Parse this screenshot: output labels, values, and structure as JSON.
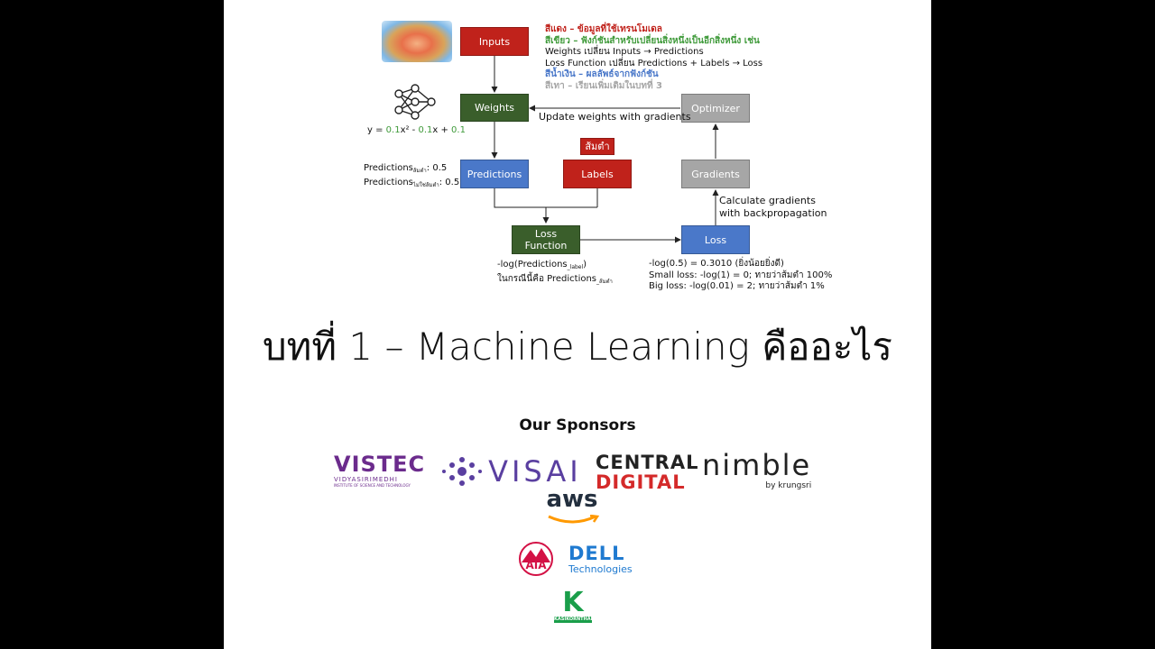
{
  "legend": {
    "red": "สีแดง – ข้อมูลที่ใช้เทรนโมเดล",
    "green": "สีเขียว – ฟังก์ชันสำหรับเปลี่ยนสิ่งหนึ่งเป็นอีกสิ่งหนึ่ง เช่น",
    "weights_line": "Weights เปลี่ยน Inputs → Predictions",
    "loss_line": "Loss Function เปลี่ยน Predictions + Labels → Loss",
    "blue": "สีน้ำเงิน – ผลลัพธ์จากฟังก์ชัน",
    "gray": "สีเทา – เรียนเพิ่มเติมในบทที่ 3"
  },
  "nodes": {
    "inputs": "Inputs",
    "weights": "Weights",
    "optimizer": "Optimizer",
    "predictions": "Predictions",
    "labels": "Labels",
    "label_tag": "ส้มตำ",
    "gradients": "Gradients",
    "loss_function_1": "Loss",
    "loss_function_2": "Function",
    "loss": "Loss"
  },
  "equation": {
    "y": "y = ",
    "a": "0.1",
    "x2": "x² - ",
    "b": "0.1",
    "x": "x + ",
    "c": "0.1"
  },
  "predictions_text": {
    "p1": "Predictions",
    "p1_sub": "ส้มตำ",
    "p1_val": ": 0.5",
    "p2": "Predictions",
    "p2_sub": "ไม่ใช่ส้มตำ",
    "p2_val": ": 0.5"
  },
  "update_label": "Update weights with gradients",
  "calc_label_1": "Calculate gradients",
  "calc_label_2": "with backpropagation",
  "loss_formula": {
    "l1": "-log(Predictions",
    "l1_sub": "_label",
    "l1_end": ")",
    "l2": "ในกรณีนี้คือ Predictions",
    "l2_sub": "_ส้มตำ"
  },
  "loss_values": {
    "v1": "-log(0.5) = 0.3010 (ยิ่งน้อยยิ่งดี)",
    "v2": "Small loss: -log(1) = 0; ทายว่าส้มตำ 100%",
    "v3": "Big loss: -log(0.01) = 2; ทายว่าส้มตำ 1%"
  },
  "title": "บทที่ 1 – Machine Learning คืออะไร",
  "sponsors_title": "Our Sponsors",
  "sponsors": {
    "vistec": "VISTEC",
    "vistec_sub": "VIDYASIRIMEDHI",
    "vistec_sub2": "INSTITUTE OF SCIENCE AND TECHNOLOGY",
    "visai": "VISAI",
    "central_1": "CENTRAL",
    "central_2": "DIGITAL",
    "nimble": "nimble",
    "nimble_sub": "by krungsri",
    "aws": "aws",
    "aia": "AIA",
    "dell": "DELL",
    "dell_sub": "Technologies",
    "kbank": "K",
    "kbank_sub": "KASIKORNTHAI"
  },
  "colors": {
    "red": "#c0221b",
    "green": "#3a5e2b",
    "blue": "#4a78c9",
    "gray": "#a6a6a6",
    "legend_green": "#3f9a3a",
    "vistec": "#6b2b8c",
    "visai": "#5a3fa0",
    "central_red": "#d42a2a",
    "dell": "#1f7ad0",
    "aia": "#d31145",
    "kbank": "#1a9e4a"
  }
}
